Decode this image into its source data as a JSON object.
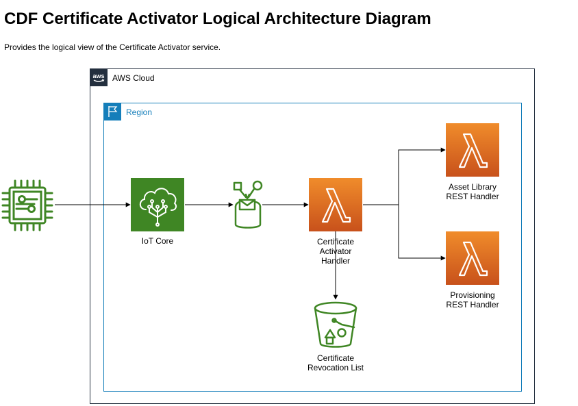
{
  "header": {
    "title": "CDF Certificate Activator Logical Architecture Diagram",
    "subtitle": "Provides the logical view of the Certificate Activator service."
  },
  "groups": {
    "aws_cloud": {
      "label": "AWS Cloud",
      "border_color": "#232f3e"
    },
    "region": {
      "label": "Region",
      "border_color": "#147eba"
    }
  },
  "nodes": {
    "device": {
      "label": "",
      "icon": "iot-device-chip-icon",
      "color": "#3f8624"
    },
    "iot_core": {
      "label": "IoT Core",
      "icon": "iot-core-icon",
      "color": "#3f8624"
    },
    "iot_rule": {
      "label": "",
      "icon": "iot-rule-icon",
      "color": "#3f8624"
    },
    "activator": {
      "label": "Certificate\nActivator\nHandler",
      "icon": "lambda-icon",
      "color": "#e7711b"
    },
    "asset_library": {
      "label": "Asset Library\nREST Handler",
      "icon": "lambda-icon",
      "color": "#e7711b"
    },
    "provisioning": {
      "label": "Provisioning\nREST Handler",
      "icon": "lambda-icon",
      "color": "#e7711b"
    },
    "crl_bucket": {
      "label": "Certificate\nRevocation List",
      "icon": "s3-bucket-icon",
      "color": "#3f8624"
    }
  },
  "edges": [
    {
      "from": "device",
      "to": "iot_core"
    },
    {
      "from": "iot_core",
      "to": "iot_rule"
    },
    {
      "from": "iot_rule",
      "to": "activator"
    },
    {
      "from": "activator",
      "to": "asset_library"
    },
    {
      "from": "activator",
      "to": "provisioning"
    },
    {
      "from": "activator",
      "to": "crl_bucket"
    }
  ]
}
